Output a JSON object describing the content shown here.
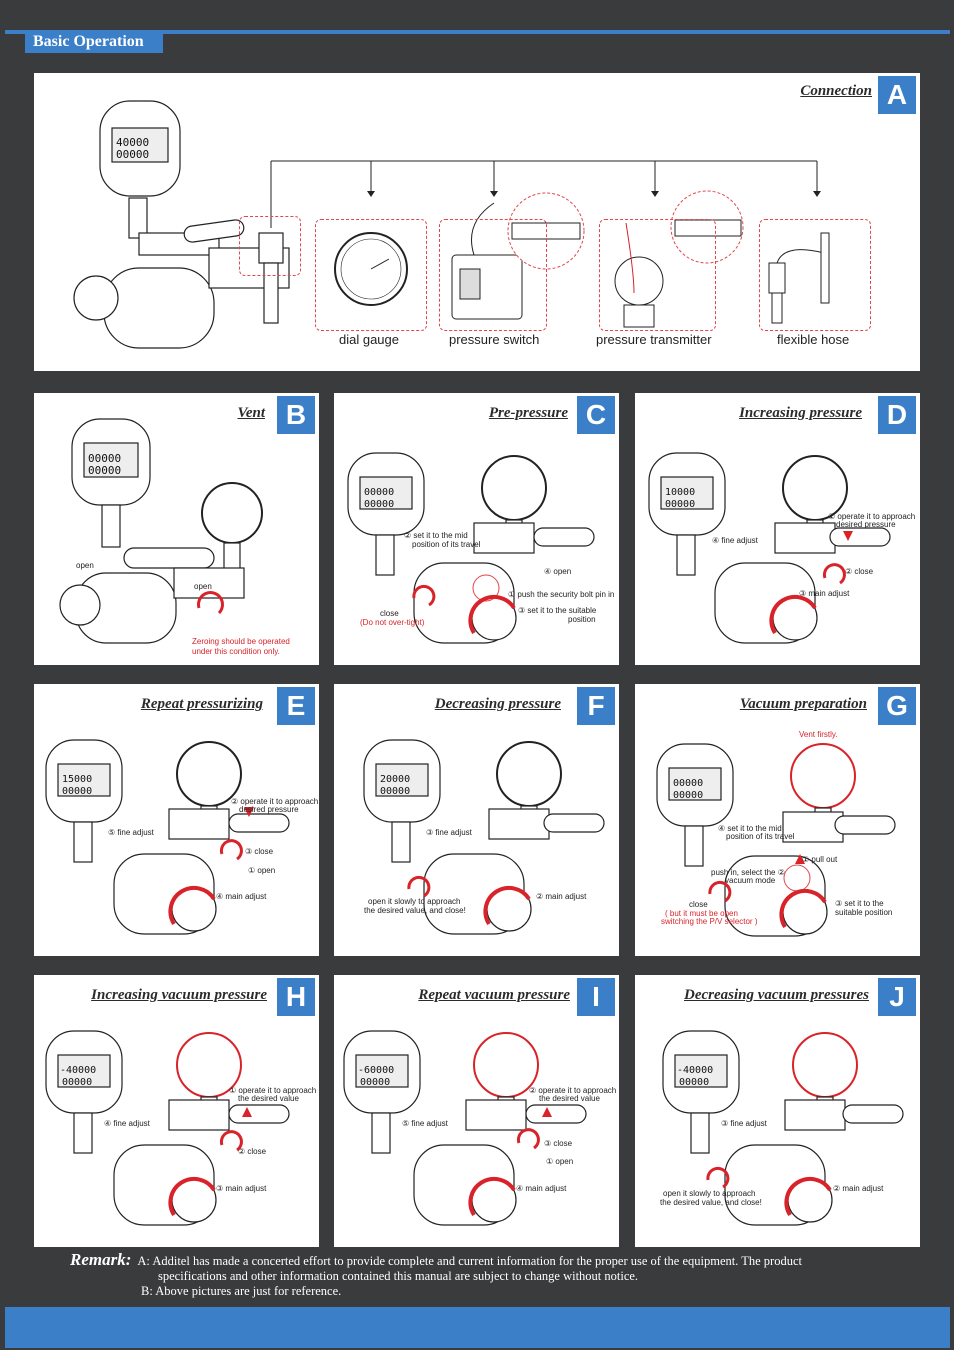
{
  "header": {
    "title": "Basic Operation"
  },
  "panelA": {
    "title": "Connection",
    "letter": "A",
    "items": [
      "dial gauge",
      "pressure switch",
      "pressure transmitter",
      "flexible hose"
    ]
  },
  "panelB": {
    "title": "Vent",
    "letter": "B",
    "open1": "open",
    "open2": "open",
    "note1": "Zeroing should be operated",
    "note2": "under this condition only.",
    "display1": "00000",
    "display2": "00000"
  },
  "panelC": {
    "title": "Pre-pressure",
    "letter": "C",
    "s2a": "② set it to the mid",
    "s2b": "position of its travel",
    "s4": "④ open",
    "s1": "① push the security bolt pin in",
    "s3a": "③ set it to the suitable",
    "s3b": "position",
    "close": "close",
    "warn": "(Do not over-tight)",
    "display1": "00000",
    "display2": "00000"
  },
  "panelD": {
    "title": "Increasing pressure",
    "letter": "D",
    "s1a": "① operate it to approach",
    "s1b": "desired pressure",
    "s4": "④ fine adjust",
    "s2": "② close",
    "s3": "③ main adjust",
    "display1": "10000",
    "display2": "00000"
  },
  "panelE": {
    "title": "Repeat pressurizing",
    "letter": "E",
    "s2a": "② operate it to approach",
    "s2b": "desired pressure",
    "s5": "⑤ fine adjust",
    "s3": "③ close",
    "s1": "① open",
    "s4": "④ main adjust",
    "display1": "15000",
    "display2": "00000"
  },
  "panelF": {
    "title": "Decreasing pressure",
    "letter": "F",
    "s3": "③ fine adjust",
    "s1a": "open it slowly to approach",
    "s1b": "the desired value, and close!",
    "s2": "② main adjust",
    "display1": "20000",
    "display2": "00000"
  },
  "panelG": {
    "title": "Vacuum preparation",
    "letter": "G",
    "vent": "Vent firstly.",
    "s4a": "④ set it to the mid",
    "s4b": "position of its travel",
    "s1": "① pull out",
    "s2a": "push in, select the ②",
    "s2b": "vacuum mode",
    "close": "close",
    "n1": "( but it must be open",
    "n2": "switching the P/V selector )",
    "s3a": "③ set it to the",
    "s3b": "suitable position",
    "display1": "00000",
    "display2": "00000"
  },
  "panelH": {
    "title": "Increasing vacuum pressure",
    "letter": "H",
    "s1a": "① operate it to approach",
    "s1b": "the desired value",
    "s4": "④ fine adjust",
    "s2": "② close",
    "s3": "③ main adjust",
    "display1": "-40000",
    "display2": "00000"
  },
  "panelI": {
    "title": "Repeat vacuum pressure",
    "letter": "I",
    "s2a": "② operate it to approach",
    "s2b": "the desired value",
    "s5": "⑤ fine adjust",
    "s3": "③ close",
    "s1": "① open",
    "s4": "④ main adjust",
    "display1": "-60000",
    "display2": "00000"
  },
  "panelJ": {
    "title": "Decreasing vacuum pressures",
    "letter": "J",
    "s3": "③ fine adjust",
    "s1a": "open it slowly to approach",
    "s1b": "the desired value, and close!",
    "s2": "② main adjust",
    "display1": "-40000",
    "display2": "00000"
  },
  "panelA_display": {
    "display1": "40000",
    "display2": "00000"
  },
  "remark": {
    "label": "Remark:",
    "lineA": "A: Additel has made a concerted effort to provide complete and current information for the proper use of the equipment. The product",
    "lineA2": "specifications and other information contained this manual are subject to change without notice.",
    "lineB": "B: Above pictures are just for reference."
  },
  "colors": {
    "accent": "#3a7fc8",
    "background": "#3a3b3d",
    "warning": "#d9232a"
  }
}
